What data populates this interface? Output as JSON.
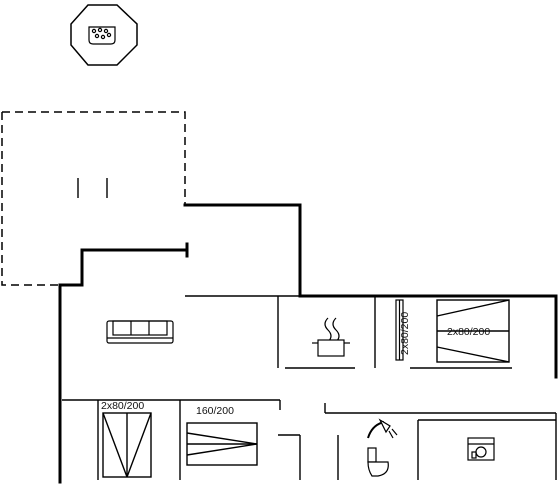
{
  "plan": {
    "bed_labels": {
      "bedroom_left": "2x80/200",
      "bedroom_middle": "160/200",
      "bedroom_right_vertical": "2x80/200",
      "bedroom_right_horizontal": "2x80/200"
    },
    "icons": {
      "outdoor": "hot-tub-icon",
      "living": "sofa-icon",
      "kitchen": "cooking-pot-icon",
      "bathroom_shower": "shower-icon",
      "bathroom_toilet": "toilet-icon",
      "utility": "washing-machine-icon"
    }
  }
}
